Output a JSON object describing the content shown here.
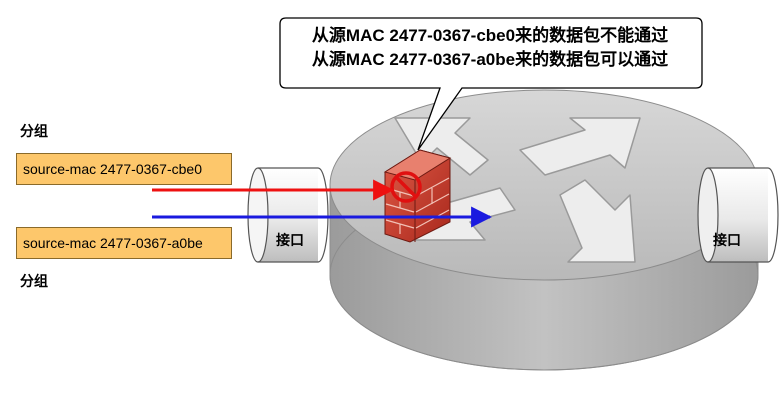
{
  "callout": {
    "line1": "从源MAC 2477-0367-cbe0来的数据包不能通过",
    "line2": "从源MAC 2477-0367-a0be来的数据包可以通过"
  },
  "packets": [
    {
      "group_label": "分组",
      "text": "source-mac 2477-0367-cbe0",
      "arrow_color": "#ee1111",
      "status": "blocked"
    },
    {
      "group_label": "分组",
      "text": "source-mac 2477-0367-a0be",
      "arrow_color": "#1a1adf",
      "status": "allowed"
    }
  ],
  "interfaces": {
    "left": "接口",
    "right": "接口"
  },
  "colors": {
    "router_top": "#c8c8c8",
    "router_side": "#a6a6a6",
    "packet_fill": "#fdc76b",
    "firewall": "#c0392b",
    "deny_sign": "#e01010"
  },
  "icons": [
    "router-arrows-icon",
    "firewall-icon",
    "deny-icon"
  ]
}
